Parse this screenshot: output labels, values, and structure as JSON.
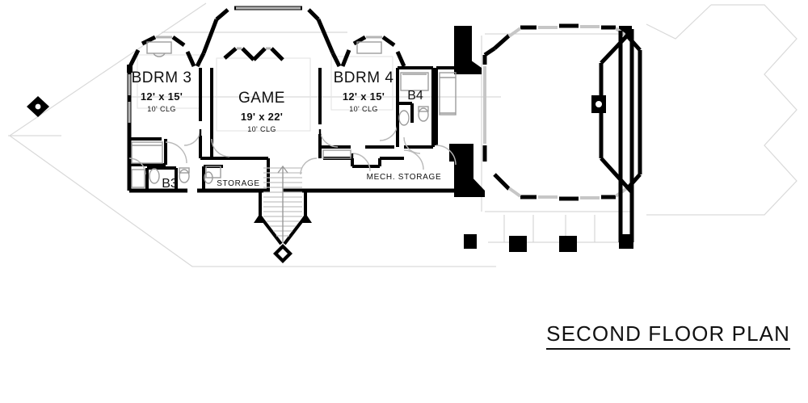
{
  "plan": {
    "title": "SECOND FLOOR PLAN",
    "rooms": [
      {
        "name": "BDRM 3",
        "dimensions": "12' x 15'",
        "ceiling": "10' CLG"
      },
      {
        "name": "GAME",
        "dimensions": "19' x 22'",
        "ceiling": "10' CLG"
      },
      {
        "name": "BDRM 4",
        "dimensions": "12' x 15'",
        "ceiling": "10' CLG"
      }
    ],
    "baths": [
      {
        "name": "B3"
      },
      {
        "name": "B4"
      }
    ],
    "closets": [
      {
        "name": "STORAGE"
      },
      {
        "name": "MECH. STORAGE"
      }
    ],
    "colors": {
      "wall": "#000000",
      "wall_light": "#555555",
      "fixture": "#777777",
      "roof_line": "#d8d8d8",
      "interior_line": "#c9c9c9",
      "background": "#ffffff",
      "text": "#111111"
    }
  }
}
